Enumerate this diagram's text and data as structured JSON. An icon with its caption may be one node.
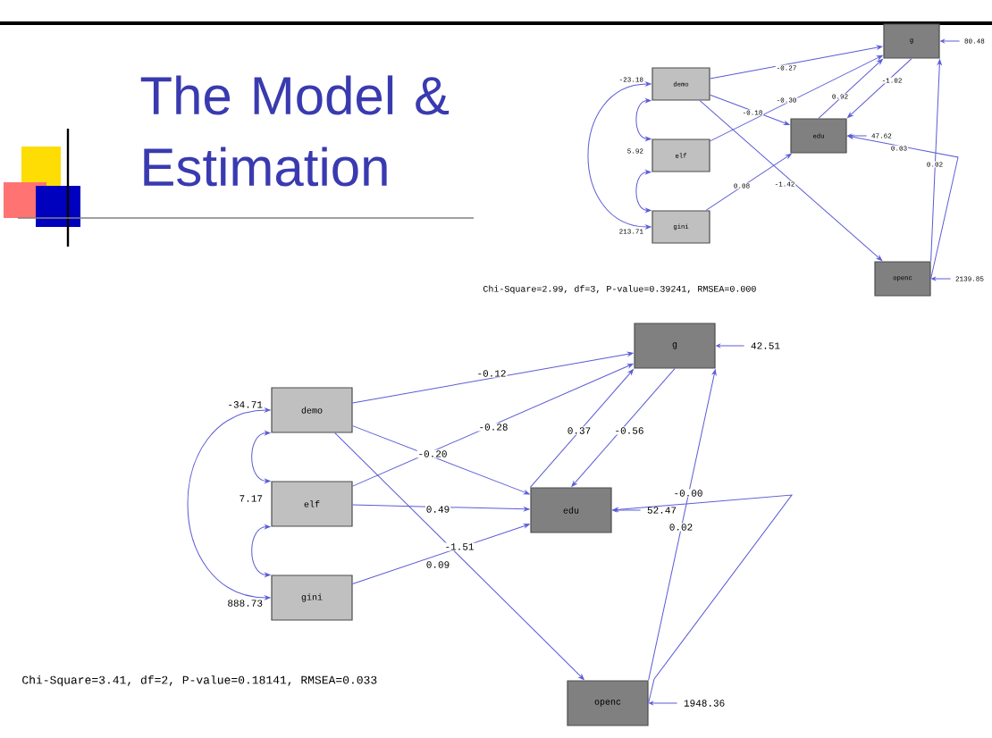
{
  "diagram": {
    "title": "The Model & Estimation",
    "nodes": [
      {
        "text": [
          "demo"
        ],
        "beside": [
          "-23.18"
        ]
      },
      {
        "text": [
          "elf"
        ],
        "beside": [
          "5.92"
        ]
      },
      {
        "text": [
          "gini"
        ],
        "beside": [
          "213.71"
        ]
      },
      {
        "text": [
          "g"
        ],
        "beside": [
          "80.48"
        ]
      },
      {
        "text": [
          "edu"
        ],
        "beside": [
          "47.62"
        ]
      },
      {
        "text": [
          "openc"
        ],
        "beside": [
          "2139.85"
        ]
      },
      {
        "text": [
          "demo"
        ],
        "beside": [
          "-34.71"
        ]
      },
      {
        "text": [
          "elf"
        ],
        "beside": [
          "7.17"
        ]
      },
      {
        "text": [
          "gini"
        ],
        "beside": [
          "888.73"
        ]
      },
      {
        "text": [
          "g"
        ],
        "beside": [
          "42.51"
        ]
      },
      {
        "text": [
          "edu"
        ],
        "beside": [
          "52.47"
        ]
      },
      {
        "text": [
          "openc"
        ],
        "beside": [
          "1948.36"
        ]
      }
    ],
    "edges": [
      {
        "from": 0,
        "to": 3,
        "arrow": "to",
        "label": "-0.27"
      },
      {
        "from": 1,
        "to": 3,
        "arrow": "to",
        "label": "-0.30"
      },
      {
        "from": 0,
        "to": 4,
        "arrow": "to",
        "label": "-0.18"
      },
      {
        "from": 2,
        "to": 4,
        "arrow": "to",
        "label": "0.08"
      },
      {
        "from": 0,
        "to": 5,
        "arrow": "to",
        "label": "-1.42"
      },
      {
        "from": 4,
        "to": 3,
        "arrow": "to",
        "label": "0.92"
      },
      {
        "from": 3,
        "to": 4,
        "arrow": "to",
        "label": "-1.02"
      },
      {
        "from": 5,
        "to": 3,
        "arrow": "to",
        "label": "0.02"
      },
      {
        "from": 5,
        "to": 4,
        "arrow": "to",
        "label": "0.03"
      },
      {
        "from": 0,
        "to": 1,
        "arrow": "both"
      },
      {
        "from": 1,
        "to": 2,
        "arrow": "both"
      },
      {
        "from": 0,
        "to": 2,
        "arrow": "both"
      },
      {
        "from": null,
        "to": 3,
        "arrow": "to"
      },
      {
        "from": null,
        "to": 4,
        "arrow": "to"
      },
      {
        "from": null,
        "to": 5,
        "arrow": "to"
      },
      {
        "from": 6,
        "to": 9,
        "arrow": "to",
        "label": "-0.12"
      },
      {
        "from": 7,
        "to": 9,
        "arrow": "to",
        "label": "-0.28"
      },
      {
        "from": 6,
        "to": 10,
        "arrow": "to",
        "label": "-0.20"
      },
      {
        "from": 7,
        "to": 10,
        "arrow": "to",
        "label": "0.49"
      },
      {
        "from": 8,
        "to": 10,
        "arrow": "to",
        "label": "0.09"
      },
      {
        "from": 6,
        "to": 11,
        "arrow": "to",
        "label": "-1.51"
      },
      {
        "from": 10,
        "to": 9,
        "arrow": "to",
        "label": "0.37"
      },
      {
        "from": 9,
        "to": 10,
        "arrow": "to",
        "label": "-0.56"
      },
      {
        "from": 11,
        "to": 9,
        "arrow": "to",
        "label": "0.02"
      },
      {
        "from": 11,
        "to": 10,
        "arrow": "to",
        "label": "-0.00"
      },
      {
        "from": 6,
        "to": 7,
        "arrow": "both"
      },
      {
        "from": 7,
        "to": 8,
        "arrow": "both"
      },
      {
        "from": 6,
        "to": 8,
        "arrow": "both"
      },
      {
        "from": null,
        "to": 9,
        "arrow": "to"
      },
      {
        "from": null,
        "to": 10,
        "arrow": "to"
      },
      {
        "from": null,
        "to": 11,
        "arrow": "to"
      }
    ],
    "labels": [
      "Chi-Square=2.99, df=3, P-value=0.39241, RMSEA=0.000",
      "Chi-Square=3.41, df=2, P-value=0.18141, RMSEA=0.033"
    ]
  }
}
